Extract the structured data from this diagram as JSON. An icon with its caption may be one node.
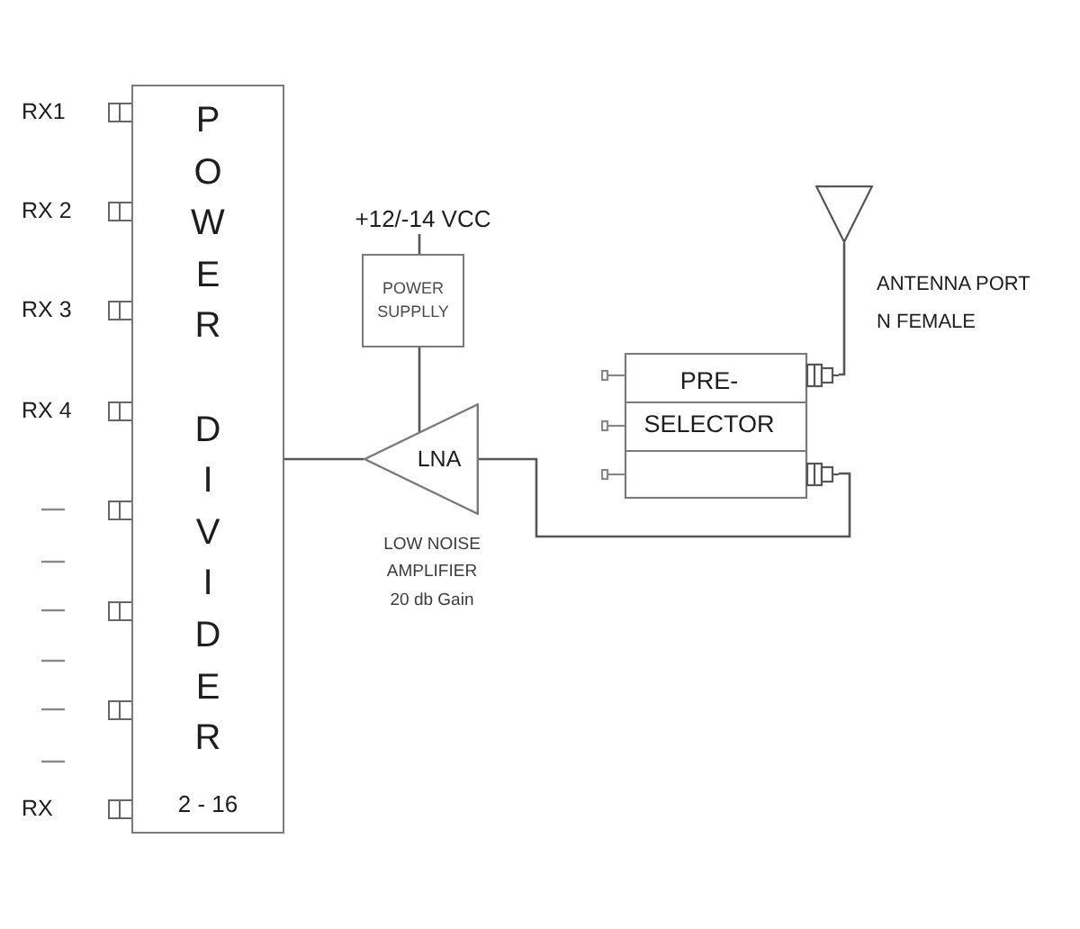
{
  "diagram": {
    "nodes": [
      {
        "text": [
          "POWER DIVIDER",
          "2 - 16"
        ]
      },
      {
        "text": [
          "+12/-14 VCC"
        ]
      },
      {
        "text": [
          "POWER SUPPLLY"
        ]
      },
      {
        "text": [
          "LNA"
        ],
        "beside": [
          "LOW NOISE AMPLIFIER",
          "20 db Gain"
        ]
      },
      {
        "text": [],
        "shape": "triangle"
      },
      {
        "text": [
          "PRE- SELECTOR"
        ]
      }
    ],
    "edges": [
      {
        "from": 1,
        "to": 2,
        "arrow": "none"
      },
      {
        "from": 2,
        "to": 3,
        "arrow": "none"
      },
      {
        "from": 4,
        "to": 5,
        "arrow": "none"
      },
      {
        "from": 5,
        "to": 3,
        "arrow": "none"
      },
      {
        "from": 3,
        "to": 0,
        "arrow": "none"
      }
    ],
    "labels": [
      "RX1",
      "RX 2",
      "RX 3",
      "RX 4",
      "RX",
      "ANTENNA PORT N FEMALE"
    ]
  }
}
